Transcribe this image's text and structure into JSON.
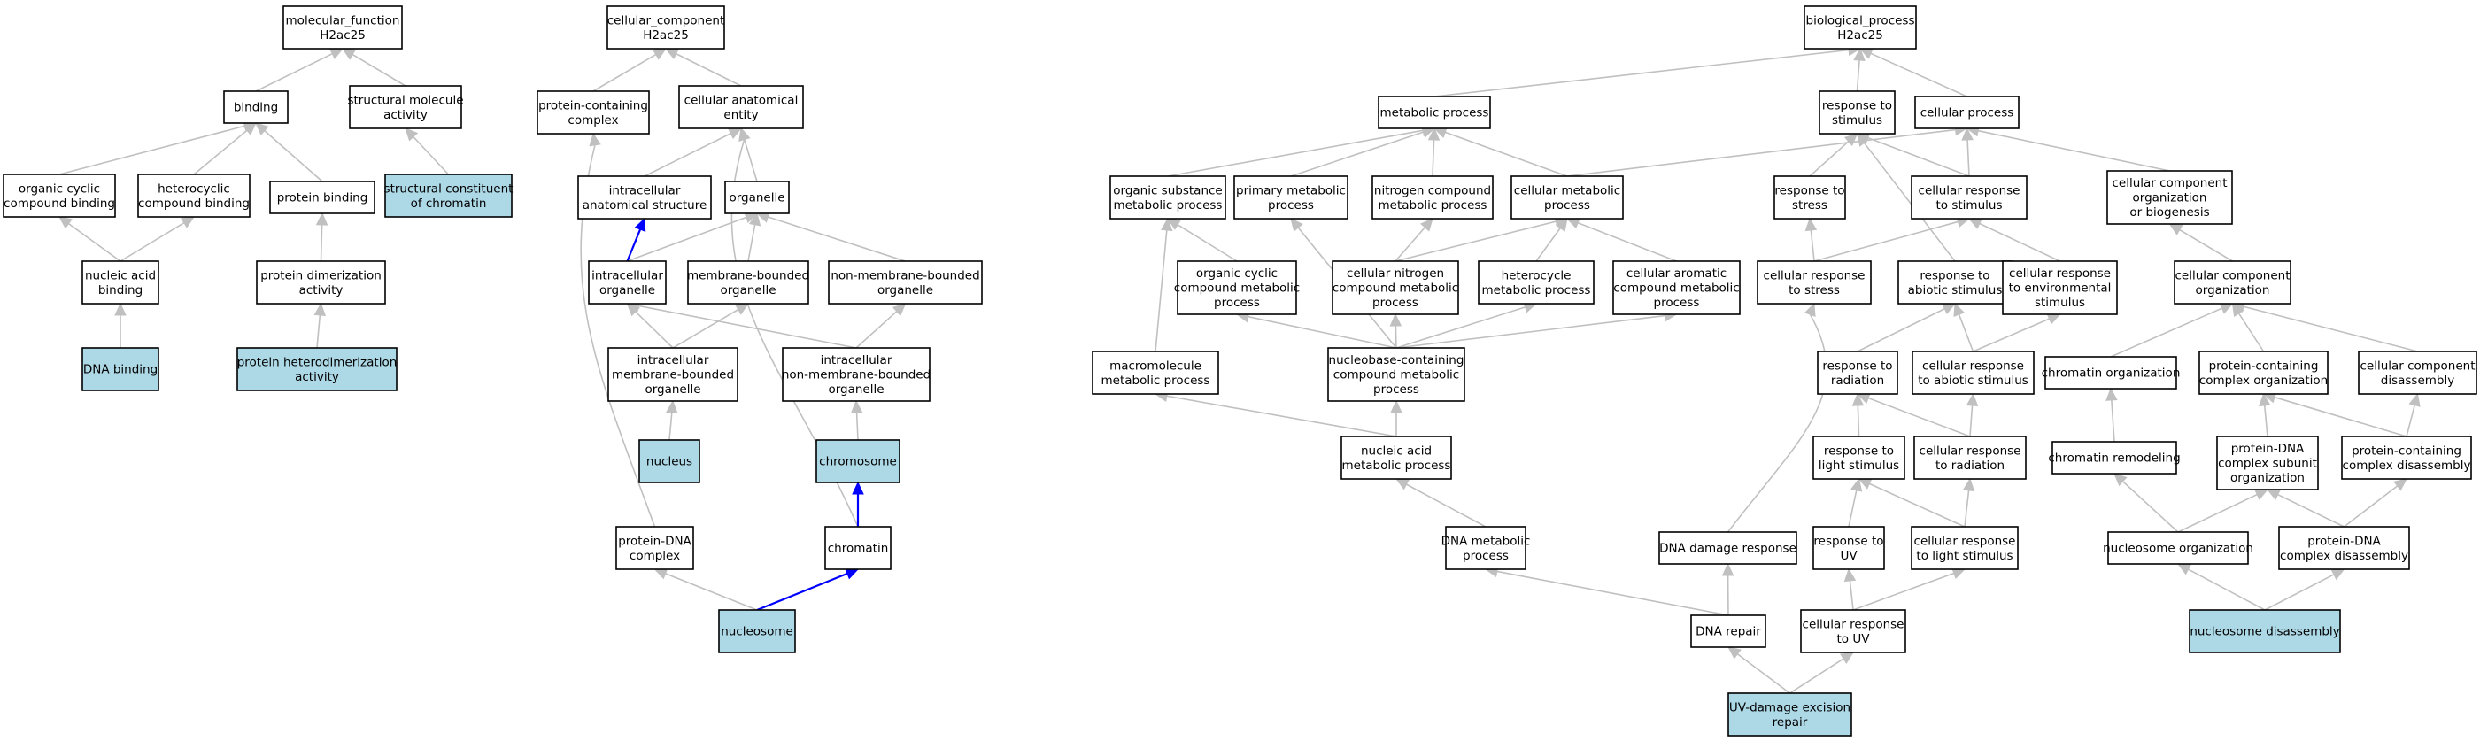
{
  "colors": {
    "highlight": "#add8e6",
    "plain": "#ffffff",
    "edge": "#c0c0c0",
    "part_of_edge": "#0000ff"
  },
  "nodes": [
    {
      "id": "mf_root",
      "lines": [
        "molecular_function",
        "H2ac25"
      ],
      "highlight": false
    },
    {
      "id": "binding",
      "lines": [
        "binding"
      ],
      "highlight": false
    },
    {
      "id": "struct_mol",
      "lines": [
        "structural molecule",
        "activity"
      ],
      "highlight": false
    },
    {
      "id": "org_cyc_bind",
      "lines": [
        "organic cyclic",
        "compound binding"
      ],
      "highlight": false
    },
    {
      "id": "het_bind",
      "lines": [
        "heterocyclic",
        "compound binding"
      ],
      "highlight": false
    },
    {
      "id": "prot_bind",
      "lines": [
        "protein binding"
      ],
      "highlight": false
    },
    {
      "id": "struct_chrom",
      "lines": [
        "structural constituent",
        "of chromatin"
      ],
      "highlight": true
    },
    {
      "id": "na_bind",
      "lines": [
        "nucleic acid",
        "binding"
      ],
      "highlight": false
    },
    {
      "id": "prot_dimer",
      "lines": [
        "protein dimerization",
        "activity"
      ],
      "highlight": false
    },
    {
      "id": "dna_bind",
      "lines": [
        "DNA binding"
      ],
      "highlight": true
    },
    {
      "id": "prot_hetero",
      "lines": [
        "protein heterodimerization",
        "activity"
      ],
      "highlight": true
    },
    {
      "id": "cc_root",
      "lines": [
        "cellular_component",
        "H2ac25"
      ],
      "highlight": false
    },
    {
      "id": "prot_cont",
      "lines": [
        "protein-containing",
        "complex"
      ],
      "highlight": false
    },
    {
      "id": "cell_anat",
      "lines": [
        "cellular anatomical",
        "entity"
      ],
      "highlight": false
    },
    {
      "id": "intra_anat",
      "lines": [
        "intracellular",
        "anatomical structure"
      ],
      "highlight": false
    },
    {
      "id": "organelle",
      "lines": [
        "organelle"
      ],
      "highlight": false
    },
    {
      "id": "intra_org",
      "lines": [
        "intracellular",
        "organelle"
      ],
      "highlight": false
    },
    {
      "id": "mem_org",
      "lines": [
        "membrane-bounded",
        "organelle"
      ],
      "highlight": false
    },
    {
      "id": "nonmem_org",
      "lines": [
        "non-membrane-bounded",
        "organelle"
      ],
      "highlight": false
    },
    {
      "id": "intra_mem",
      "lines": [
        "intracellular",
        "membrane-bounded",
        "organelle"
      ],
      "highlight": false
    },
    {
      "id": "intra_nonmem",
      "lines": [
        "intracellular",
        "non-membrane-bounded",
        "organelle"
      ],
      "highlight": false
    },
    {
      "id": "nucleus",
      "lines": [
        "nucleus"
      ],
      "highlight": true
    },
    {
      "id": "chromosome",
      "lines": [
        "chromosome"
      ],
      "highlight": true
    },
    {
      "id": "prot_dna",
      "lines": [
        "protein-DNA",
        "complex"
      ],
      "highlight": false
    },
    {
      "id": "chromatin",
      "lines": [
        "chromatin"
      ],
      "highlight": false
    },
    {
      "id": "nucleosome",
      "lines": [
        "nucleosome"
      ],
      "highlight": true
    },
    {
      "id": "bp_root",
      "lines": [
        "biological_process",
        "H2ac25"
      ],
      "highlight": false
    },
    {
      "id": "metab",
      "lines": [
        "metabolic process"
      ],
      "highlight": false
    },
    {
      "id": "resp_stim",
      "lines": [
        "response to",
        "stimulus"
      ],
      "highlight": false
    },
    {
      "id": "cell_proc",
      "lines": [
        "cellular process"
      ],
      "highlight": false
    },
    {
      "id": "org_sub",
      "lines": [
        "organic substance",
        "metabolic process"
      ],
      "highlight": false
    },
    {
      "id": "prim_met",
      "lines": [
        "primary metabolic",
        "process"
      ],
      "highlight": false
    },
    {
      "id": "nitro_met",
      "lines": [
        "nitrogen compound",
        "metabolic process"
      ],
      "highlight": false
    },
    {
      "id": "cell_met",
      "lines": [
        "cellular metabolic",
        "process"
      ],
      "highlight": false
    },
    {
      "id": "resp_stress",
      "lines": [
        "response to",
        "stress"
      ],
      "highlight": false
    },
    {
      "id": "cell_resp_stim",
      "lines": [
        "cellular response",
        "to stimulus"
      ],
      "highlight": false
    },
    {
      "id": "cc_org_bio",
      "lines": [
        "cellular component",
        "organization",
        "or biogenesis"
      ],
      "highlight": false
    },
    {
      "id": "org_cyc_met",
      "lines": [
        "organic cyclic",
        "compound metabolic",
        "process"
      ],
      "highlight": false
    },
    {
      "id": "cell_nitro",
      "lines": [
        "cellular nitrogen",
        "compound metabolic",
        "process"
      ],
      "highlight": false
    },
    {
      "id": "hetero_met",
      "lines": [
        "heterocycle",
        "metabolic process"
      ],
      "highlight": false
    },
    {
      "id": "cell_arom",
      "lines": [
        "cellular aromatic",
        "compound metabolic",
        "process"
      ],
      "highlight": false
    },
    {
      "id": "cell_resp_stress",
      "lines": [
        "cellular response",
        "to stress"
      ],
      "highlight": false
    },
    {
      "id": "resp_abiotic",
      "lines": [
        "response to",
        "abiotic stimulus"
      ],
      "highlight": false
    },
    {
      "id": "cell_resp_env",
      "lines": [
        "cellular response",
        "to environmental",
        "stimulus"
      ],
      "highlight": false
    },
    {
      "id": "cc_org",
      "lines": [
        "cellular component",
        "organization"
      ],
      "highlight": false
    },
    {
      "id": "macro_met",
      "lines": [
        "macromolecule",
        "metabolic process"
      ],
      "highlight": false
    },
    {
      "id": "nucleobase",
      "lines": [
        "nucleobase-containing",
        "compound metabolic",
        "process"
      ],
      "highlight": false
    },
    {
      "id": "resp_rad",
      "lines": [
        "response to",
        "radiation"
      ],
      "highlight": false
    },
    {
      "id": "cell_resp_abiotic",
      "lines": [
        "cellular response",
        "to abiotic stimulus"
      ],
      "highlight": false
    },
    {
      "id": "chrom_org",
      "lines": [
        "chromatin organization"
      ],
      "highlight": false
    },
    {
      "id": "pc_complex_org",
      "lines": [
        "protein-containing",
        "complex organization"
      ],
      "highlight": false
    },
    {
      "id": "cc_disassembly",
      "lines": [
        "cellular component",
        "disassembly"
      ],
      "highlight": false
    },
    {
      "id": "na_met",
      "lines": [
        "nucleic acid",
        "metabolic process"
      ],
      "highlight": false
    },
    {
      "id": "resp_light",
      "lines": [
        "response to",
        "light stimulus"
      ],
      "highlight": false
    },
    {
      "id": "cell_resp_rad",
      "lines": [
        "cellular response",
        "to radiation"
      ],
      "highlight": false
    },
    {
      "id": "chrom_remod",
      "lines": [
        "chromatin remodeling"
      ],
      "highlight": false
    },
    {
      "id": "pdna_subunit",
      "lines": [
        "protein-DNA",
        "complex subunit",
        "organization"
      ],
      "highlight": false
    },
    {
      "id": "pc_disassembly",
      "lines": [
        "protein-containing",
        "complex disassembly"
      ],
      "highlight": false
    },
    {
      "id": "dna_met",
      "lines": [
        "DNA metabolic",
        "process"
      ],
      "highlight": false
    },
    {
      "id": "dna_damage",
      "lines": [
        "DNA damage response"
      ],
      "highlight": false
    },
    {
      "id": "resp_uv",
      "lines": [
        "response to",
        "UV"
      ],
      "highlight": false
    },
    {
      "id": "cell_resp_light",
      "lines": [
        "cellular response",
        "to light stimulus"
      ],
      "highlight": false
    },
    {
      "id": "nucl_org",
      "lines": [
        "nucleosome organization"
      ],
      "highlight": false
    },
    {
      "id": "pdna_disassembly",
      "lines": [
        "protein-DNA",
        "complex disassembly"
      ],
      "highlight": false
    },
    {
      "id": "dna_repair",
      "lines": [
        "DNA repair"
      ],
      "highlight": false
    },
    {
      "id": "cell_resp_uv",
      "lines": [
        "cellular response",
        "to UV"
      ],
      "highlight": false
    },
    {
      "id": "nucl_disassembly",
      "lines": [
        "nucleosome disassembly"
      ],
      "highlight": true
    },
    {
      "id": "uv_excision",
      "lines": [
        "UV-damage excision",
        "repair"
      ],
      "highlight": true
    }
  ],
  "edges": [
    [
      "binding",
      "mf_root"
    ],
    [
      "struct_mol",
      "mf_root"
    ],
    [
      "org_cyc_bind",
      "binding"
    ],
    [
      "het_bind",
      "binding"
    ],
    [
      "prot_bind",
      "binding"
    ],
    [
      "struct_chrom",
      "struct_mol"
    ],
    [
      "na_bind",
      "org_cyc_bind"
    ],
    [
      "na_bind",
      "het_bind"
    ],
    [
      "prot_dimer",
      "prot_bind"
    ],
    [
      "dna_bind",
      "na_bind"
    ],
    [
      "prot_hetero",
      "prot_dimer"
    ],
    [
      "prot_cont",
      "cc_root"
    ],
    [
      "cell_anat",
      "cc_root"
    ],
    [
      "intra_anat",
      "cell_anat"
    ],
    [
      "organelle",
      "cell_anat"
    ],
    [
      "intra_org",
      "organelle"
    ],
    [
      "mem_org",
      "organelle"
    ],
    [
      "nonmem_org",
      "organelle"
    ],
    [
      "intra_mem",
      "intra_org"
    ],
    [
      "intra_mem",
      "mem_org"
    ],
    [
      "intra_nonmem",
      "intra_org"
    ],
    [
      "intra_nonmem",
      "nonmem_org"
    ],
    [
      "nucleus",
      "intra_mem"
    ],
    [
      "chromosome",
      "intra_nonmem"
    ],
    [
      "prot_dna",
      "prot_cont"
    ],
    [
      "chromatin",
      "cell_anat"
    ],
    [
      "nucleosome",
      "prot_dna"
    ],
    [
      "metab",
      "bp_root"
    ],
    [
      "resp_stim",
      "bp_root"
    ],
    [
      "cell_proc",
      "bp_root"
    ],
    [
      "org_sub",
      "metab"
    ],
    [
      "prim_met",
      "metab"
    ],
    [
      "nitro_met",
      "metab"
    ],
    [
      "cell_met",
      "metab"
    ],
    [
      "cell_met",
      "cell_proc"
    ],
    [
      "resp_stress",
      "resp_stim"
    ],
    [
      "cell_resp_stim",
      "resp_stim"
    ],
    [
      "cell_resp_stim",
      "cell_proc"
    ],
    [
      "cc_org_bio",
      "cell_proc"
    ],
    [
      "org_cyc_met",
      "org_sub"
    ],
    [
      "cell_nitro",
      "nitro_met"
    ],
    [
      "cell_nitro",
      "cell_met"
    ],
    [
      "hetero_met",
      "cell_met"
    ],
    [
      "cell_arom",
      "cell_met"
    ],
    [
      "cell_resp_stress",
      "resp_stress"
    ],
    [
      "cell_resp_stress",
      "cell_resp_stim"
    ],
    [
      "resp_abiotic",
      "resp_stim"
    ],
    [
      "cell_resp_env",
      "cell_resp_stim"
    ],
    [
      "cc_org",
      "cc_org_bio"
    ],
    [
      "macro_met",
      "org_sub"
    ],
    [
      "nucleobase",
      "prim_met"
    ],
    [
      "nucleobase",
      "org_cyc_met"
    ],
    [
      "nucleobase",
      "cell_nitro"
    ],
    [
      "nucleobase",
      "hetero_met"
    ],
    [
      "nucleobase",
      "cell_arom"
    ],
    [
      "resp_rad",
      "resp_abiotic"
    ],
    [
      "cell_resp_abiotic",
      "resp_abiotic"
    ],
    [
      "cell_resp_abiotic",
      "cell_resp_env"
    ],
    [
      "chrom_org",
      "cc_org"
    ],
    [
      "pc_complex_org",
      "cc_org"
    ],
    [
      "cc_disassembly",
      "cc_org"
    ],
    [
      "na_met",
      "macro_met"
    ],
    [
      "na_met",
      "nucleobase"
    ],
    [
      "resp_light",
      "resp_rad"
    ],
    [
      "cell_resp_rad",
      "resp_rad"
    ],
    [
      "cell_resp_rad",
      "cell_resp_abiotic"
    ],
    [
      "chrom_remod",
      "chrom_org"
    ],
    [
      "pdna_subunit",
      "pc_complex_org"
    ],
    [
      "pc_disassembly",
      "pc_complex_org"
    ],
    [
      "pc_disassembly",
      "cc_disassembly"
    ],
    [
      "dna_met",
      "na_met"
    ],
    [
      "dna_damage",
      "cell_resp_stress"
    ],
    [
      "resp_uv",
      "resp_light"
    ],
    [
      "cell_resp_light",
      "resp_light"
    ],
    [
      "cell_resp_light",
      "cell_resp_rad"
    ],
    [
      "nucl_org",
      "chrom_remod"
    ],
    [
      "nucl_org",
      "pdna_subunit"
    ],
    [
      "pdna_disassembly",
      "pdna_subunit"
    ],
    [
      "pdna_disassembly",
      "pc_disassembly"
    ],
    [
      "dna_repair",
      "dna_met"
    ],
    [
      "dna_repair",
      "dna_damage"
    ],
    [
      "cell_resp_uv",
      "resp_uv"
    ],
    [
      "cell_resp_uv",
      "cell_resp_light"
    ],
    [
      "nucl_disassembly",
      "nucl_org"
    ],
    [
      "nucl_disassembly",
      "pdna_disassembly"
    ],
    [
      "uv_excision",
      "dna_repair"
    ],
    [
      "uv_excision",
      "cell_resp_uv"
    ]
  ],
  "part_of_edges": [
    [
      "intra_org",
      "intra_anat"
    ],
    [
      "chromatin",
      "chromosome"
    ],
    [
      "nucleosome",
      "chromatin"
    ]
  ]
}
